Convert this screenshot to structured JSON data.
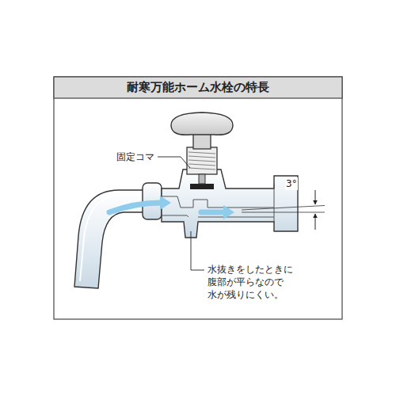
{
  "diagram": {
    "title": "耐寒万能ホーム水栓の特長",
    "labels": [
      "固定コマ",
      "3°",
      "水抜きをしたときに 腹部が平らなので 水が残りにくい。"
    ]
  }
}
